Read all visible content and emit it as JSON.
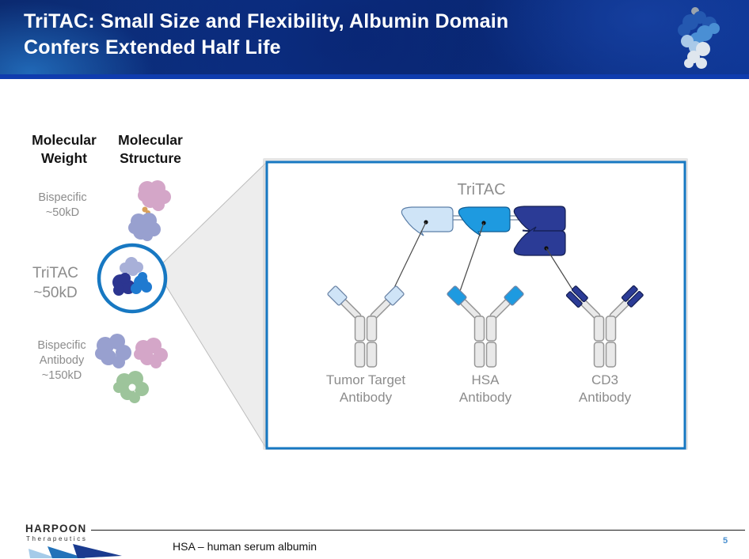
{
  "header": {
    "title_line1": "TriTAC: Small Size and Flexibility, Albumin Domain",
    "title_line2": "Confers Extended Half Life"
  },
  "left_panel": {
    "weight_header_lines": [
      "Molecular",
      "Weight"
    ],
    "structure_header_lines": [
      "Molecular",
      "Structure"
    ],
    "rows": [
      {
        "id": "bispecific",
        "label_lines": [
          "Bispecific",
          "~50kD"
        ]
      },
      {
        "id": "tritac",
        "label_lines": [
          "TriTAC",
          "~50kD"
        ]
      },
      {
        "id": "bispecific_antibody",
        "label_lines": [
          "Bispecific",
          "Antibody",
          "~150kD"
        ]
      }
    ]
  },
  "diagram": {
    "title": "TriTAC",
    "antibodies": [
      {
        "label_lines": [
          "Tumor Target",
          "Antibody"
        ]
      },
      {
        "label_lines": [
          "HSA",
          "Antibody"
        ]
      },
      {
        "label_lines": [
          "CD3",
          "Antibody"
        ]
      }
    ]
  },
  "footer": {
    "logo_name": "HARPOON",
    "logo_subtitle": "Therapeutics",
    "footnote": "HSA  – human serum albumin",
    "page_number": "5"
  },
  "colors": {
    "accent_blue": "#1778c2",
    "tumor_domain": "#cfe4f7",
    "hsa_domain": "#1e9ae0",
    "cd3_domain": "#2b3b96",
    "molecule_pink": "#d4a6c8",
    "molecule_periwinkle": "#98a0cf",
    "molecule_green": "#9dc49b",
    "molecule_navy": "#2c3590",
    "molecule_blue": "#1f7ad0",
    "molecule_light_periwinkle": "#a8b0d8",
    "molecule_orange": "#d9a05a"
  }
}
